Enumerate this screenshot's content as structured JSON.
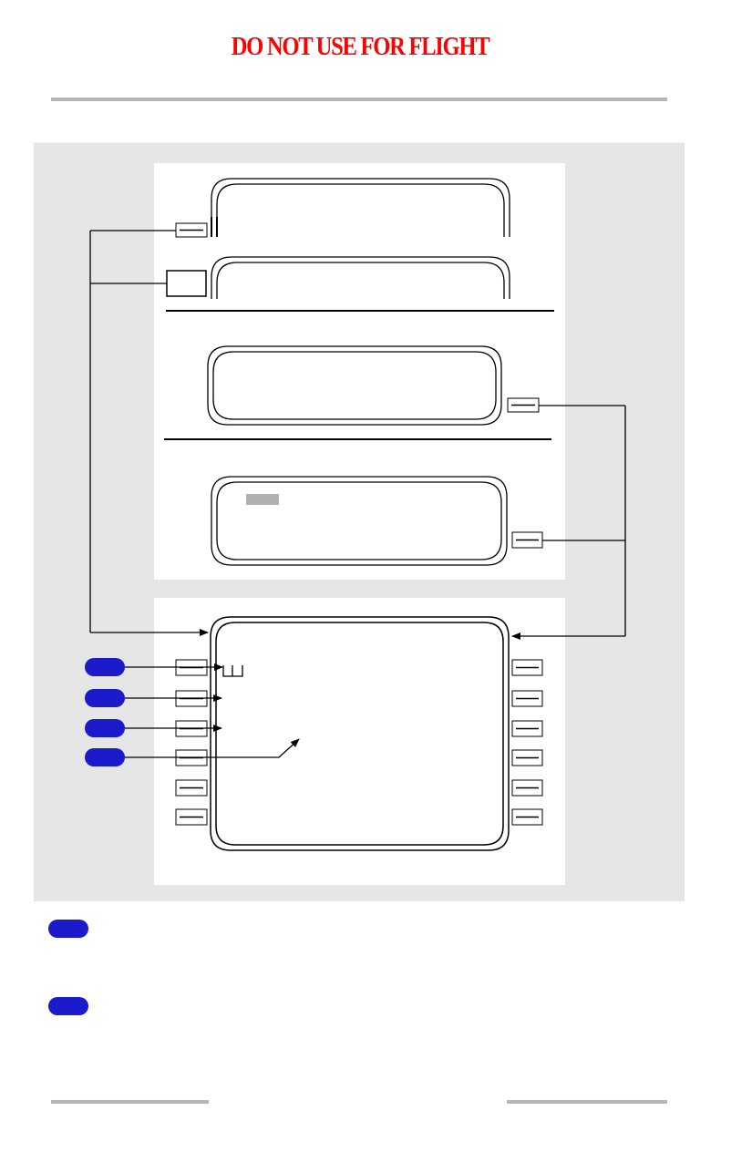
{
  "document": {
    "header_warning": "DO NOT USE FOR FLIGHT",
    "colors": {
      "warning": "#ff0000",
      "callout_badge": "#1b1bcc",
      "figure_background": "#e6e6e6",
      "rule": "#b5b5b5"
    },
    "figure": {
      "callouts": [
        {
          "label": ""
        },
        {
          "label": ""
        },
        {
          "label": ""
        },
        {
          "label": ""
        }
      ],
      "left_line_select_keys": 6,
      "right_line_select_keys": 6
    },
    "notes": [
      {
        "badge": "",
        "text": ""
      },
      {
        "badge": "",
        "text": ""
      }
    ]
  }
}
